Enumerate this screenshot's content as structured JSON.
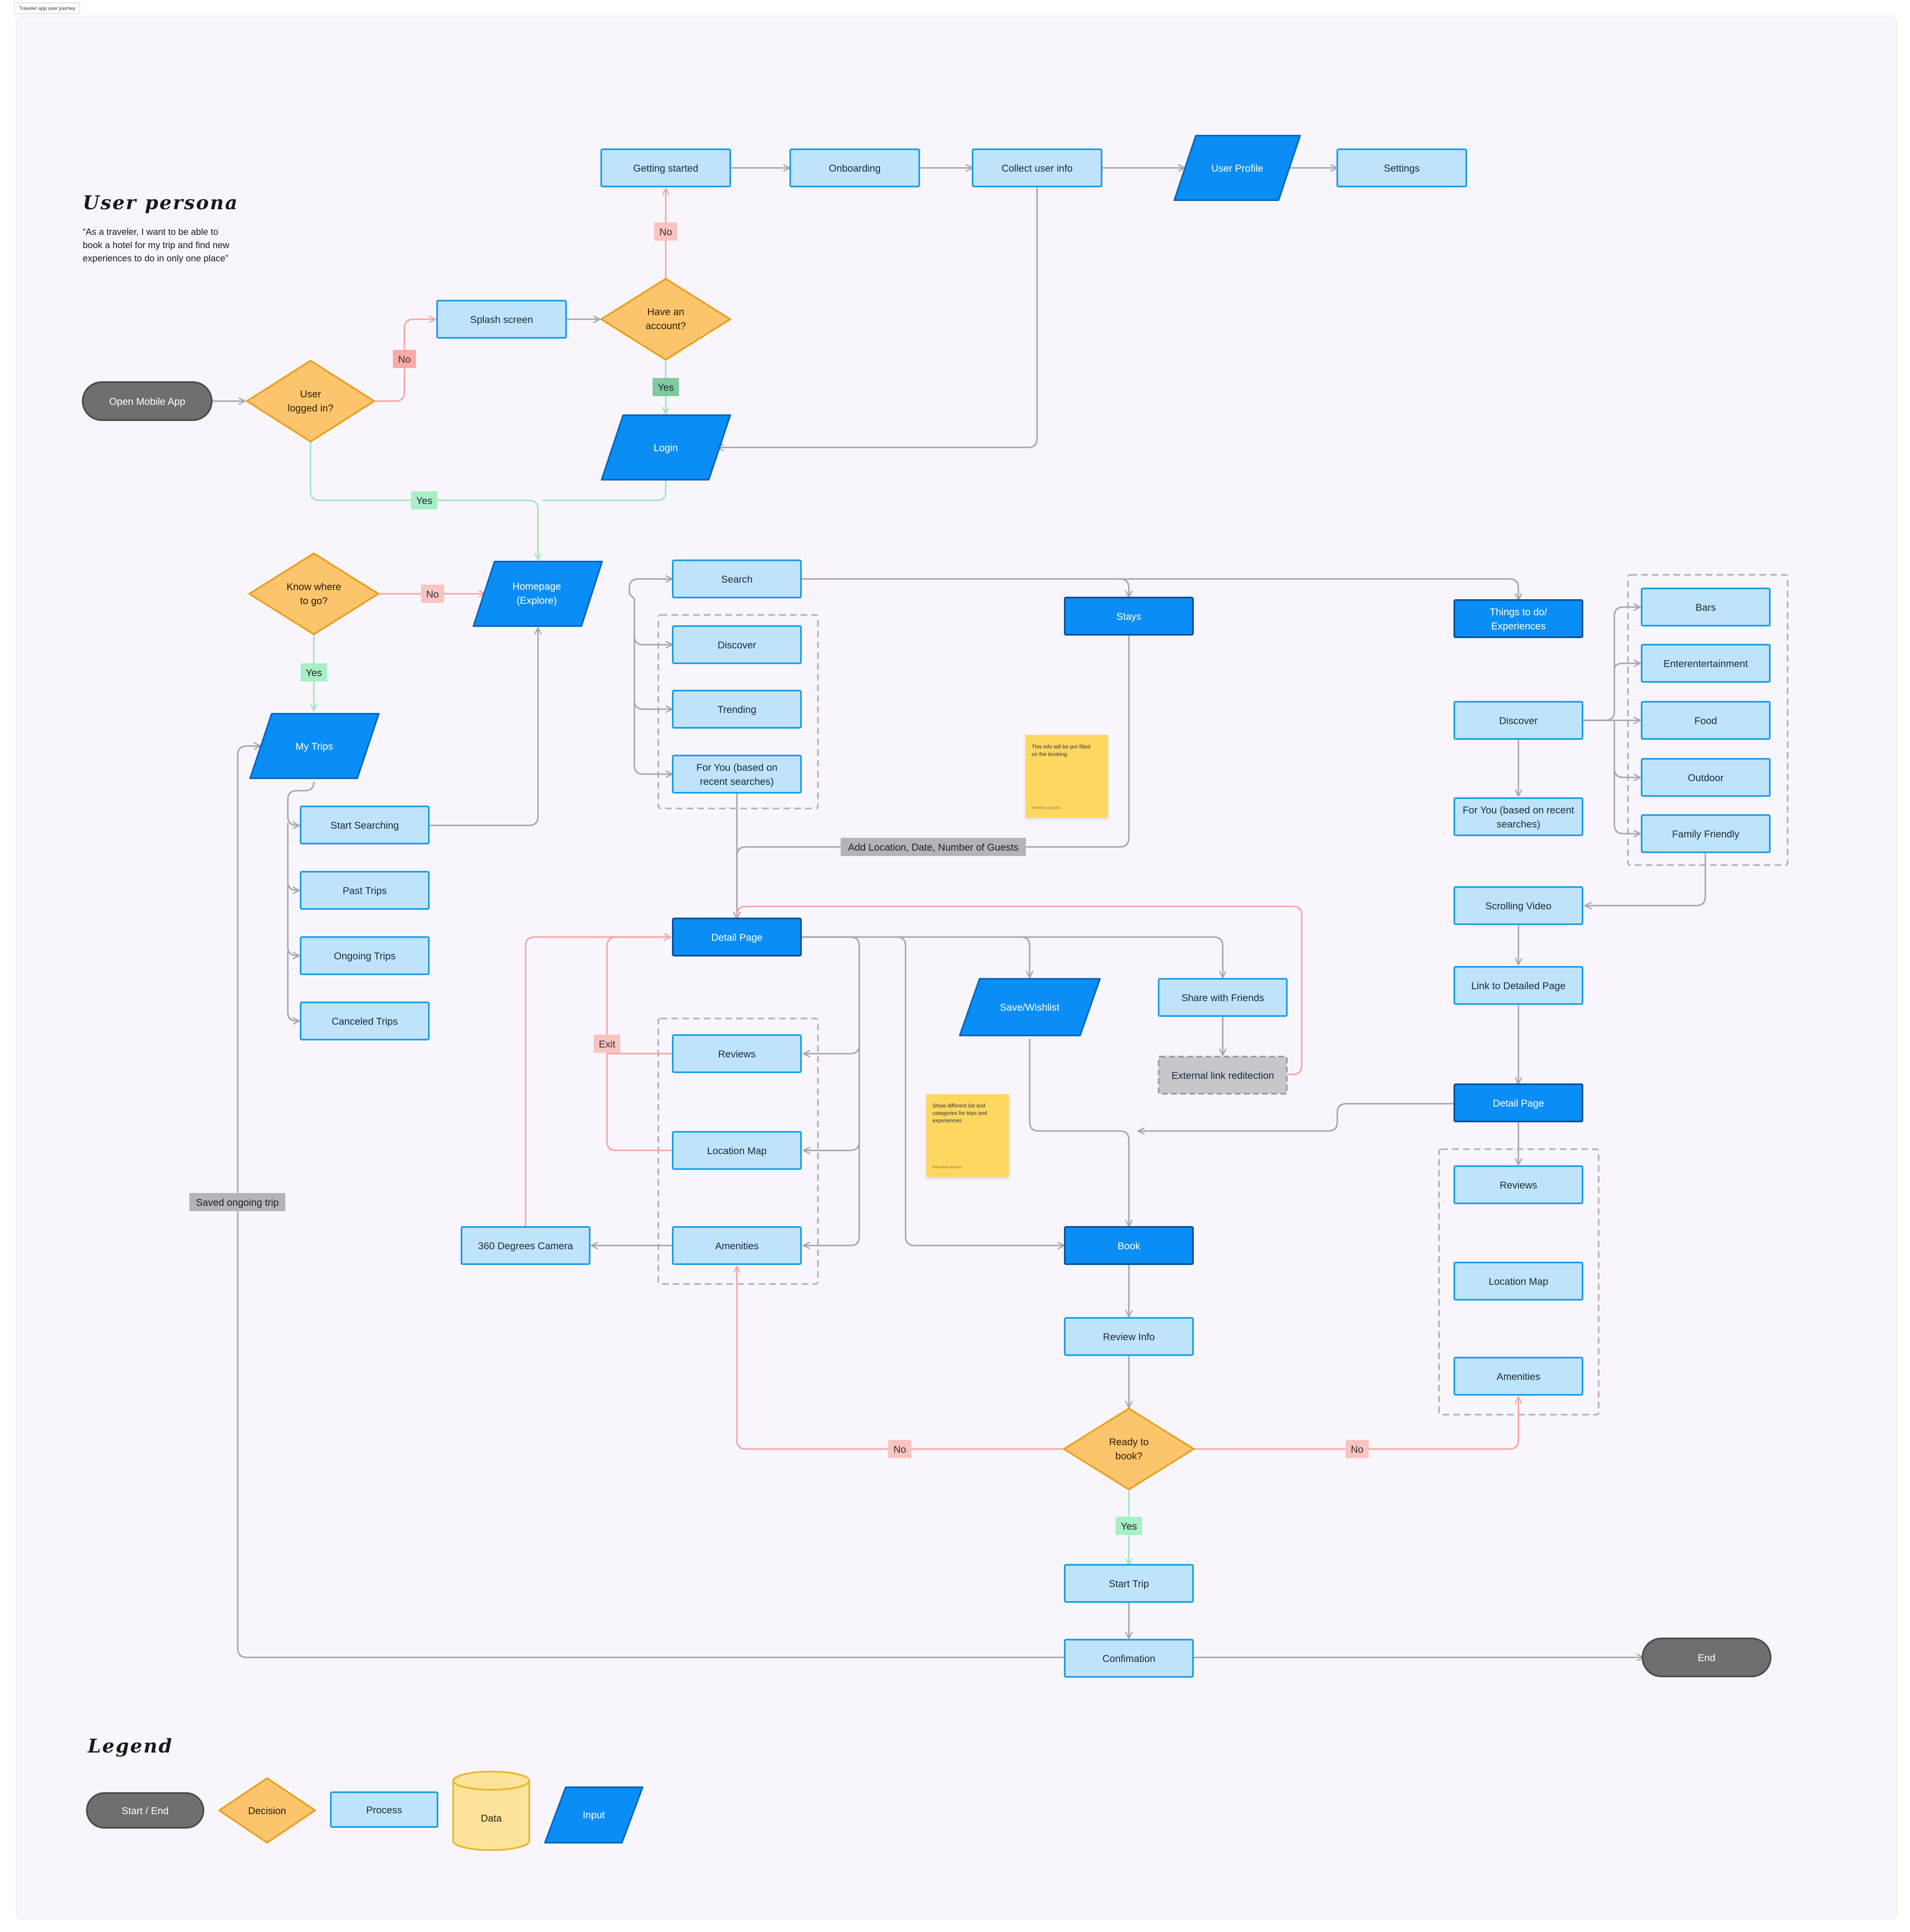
{
  "frame_title": "Traveler app user journey",
  "persona": {
    "title": "User persona",
    "quote": [
      "“As a traveler, I want to be able to",
      "book a hotel for my trip and find new",
      "experiences to do in only one place”"
    ]
  },
  "legend": {
    "title": "Legend",
    "items": [
      "Start / End",
      "Decision",
      "Process",
      "Data",
      "Input"
    ]
  },
  "colors": {
    "process_fill": "#bfe3fb",
    "process_stroke": "#1a9ee8",
    "input_fill": "#0a8ef5",
    "input_stroke": "#0567c2",
    "decision_fill": "#fcc46c",
    "decision_stroke": "#ec9c1a",
    "terminal_fill": "#6f6f6f",
    "data_fill": "#fde39a",
    "data_stroke": "#e9b52a",
    "yes_fill": "#a7efc4",
    "no_fill": "#f9c4c0",
    "note_fill": "#fdd760"
  },
  "nodes": {
    "open_app": "Open Mobile App",
    "logged_in": [
      "User",
      "logged in?"
    ],
    "splash": "Splash screen",
    "have_account": [
      "Have an",
      "account?"
    ],
    "getting_started": "Getting started",
    "onboarding": "Onboarding",
    "collect_info": "Collect user info",
    "user_profile": "User Profile",
    "settings": "Settings",
    "login": "Login",
    "homepage": [
      "Homepage",
      "(Explore)"
    ],
    "know_where": [
      "Know where",
      "to go?"
    ],
    "my_trips": "My Trips",
    "start_searching": "Start Searching",
    "past_trips": "Past Trips",
    "ongoing_trips": "Ongoing Trips",
    "canceled_trips": "Canceled Trips",
    "search": "Search",
    "discover": "Discover",
    "trending": "Trending",
    "for_you": [
      "For You (based on",
      "recent searches)"
    ],
    "stays": "Stays",
    "things_to_do": [
      "Things to do/",
      "Experiences"
    ],
    "discover_exp": "Discover",
    "for_you_exp": [
      "For You (based on recent",
      "searches)"
    ],
    "bars": "Bars",
    "entertainment": "Enterentertainment",
    "food": "Food",
    "outdoor": "Outdoor",
    "family": "Family Friendly",
    "scrolling_video": "Scrolling Video",
    "link_detailed": "Link to Detailed Page",
    "detail_page": "Detail Page",
    "detail_page_exp": "Detail Page",
    "reviews": "Reviews",
    "location_map": "Location Map",
    "amenities": "Amenities",
    "reviews_exp": "Reviews",
    "location_map_exp": "Location Map",
    "amenities_exp": "Amenities",
    "camera": "360 Degrees Camera",
    "save_wishlist": "Save/Wishlist",
    "share": "Share with Friends",
    "external_link": "External link reditection",
    "book": "Book",
    "review_info": "Review Info",
    "ready_to_book": [
      "Ready to",
      "book?"
    ],
    "start_trip": "Start Trip",
    "confirmation": "Confimation",
    "end": "End"
  },
  "edge_labels": {
    "no_splash": "No",
    "no_account": "No",
    "yes_account": "Yes",
    "yes_logged": "Yes",
    "no_know": "No",
    "yes_know": "Yes",
    "exit": "Exit",
    "add_location": "Add Location, Date, Number of Guests",
    "saved_trip": "Saved ongoing trip",
    "no_ready_left": "No",
    "no_ready_right": "No",
    "yes_ready": "Yes"
  },
  "notes": {
    "note_booking": {
      "text": [
        "This info will be pre filled",
        "on the booking"
      ],
      "author": "Valentina Urquizo"
    },
    "note_categories": {
      "text": [
        "Show different list and",
        "categories for trips and",
        "experiences"
      ],
      "author": "Valentina Urquizo"
    }
  }
}
